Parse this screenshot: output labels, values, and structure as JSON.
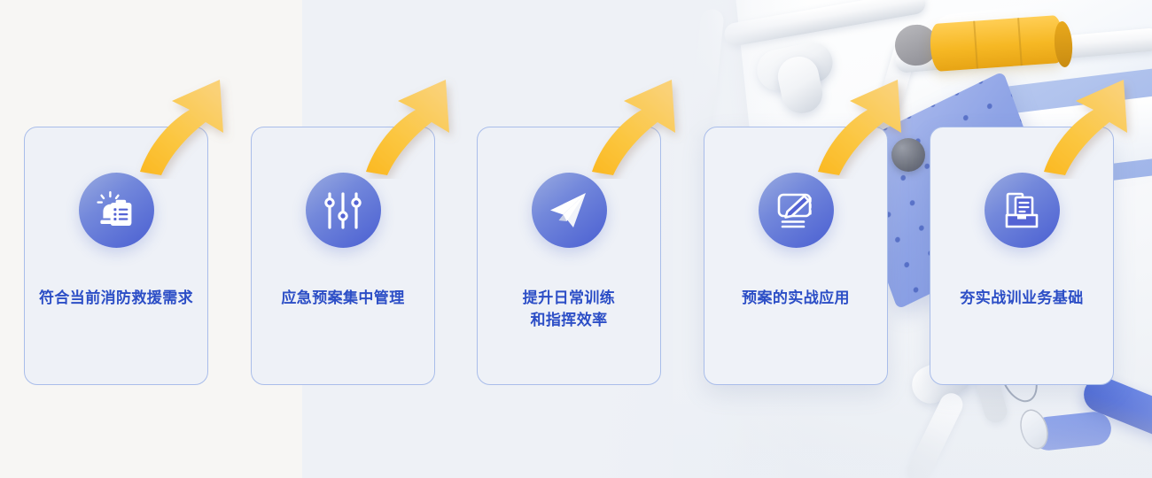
{
  "background": {
    "left_panel_color": "#F7F6F4",
    "right_panel_color": "#EEF1F6",
    "photo_description": "fitness-equipment-photo"
  },
  "theme": {
    "card_border": "#A9BDEA",
    "card_fill": "#EEF1F7",
    "label_color": "#2C4EC6",
    "icon_gradient_start": "#9AABE0",
    "icon_gradient_end": "#4A5FD2",
    "arrow_color_light": "#FBD06B",
    "arrow_color_dark": "#FBBE2D"
  },
  "cards": [
    {
      "id": "card-1",
      "label": "符合当前消防救援需求",
      "icon": "alarm-clipboard-icon",
      "arrow": "curved-up-arrow"
    },
    {
      "id": "card-2",
      "label": "应急预案集中管理",
      "icon": "sliders-icon",
      "arrow": "curved-up-arrow"
    },
    {
      "id": "card-3",
      "label": "提升日常训练\n和指挥效率",
      "icon": "paper-plane-icon",
      "arrow": "curved-up-arrow"
    },
    {
      "id": "card-4",
      "label": "预案的实战应用",
      "icon": "tablet-pen-icon",
      "arrow": "curved-up-arrow"
    },
    {
      "id": "card-5",
      "label": "夯实战训业务基础",
      "icon": "document-tray-icon",
      "arrow": "curved-up-arrow"
    }
  ]
}
